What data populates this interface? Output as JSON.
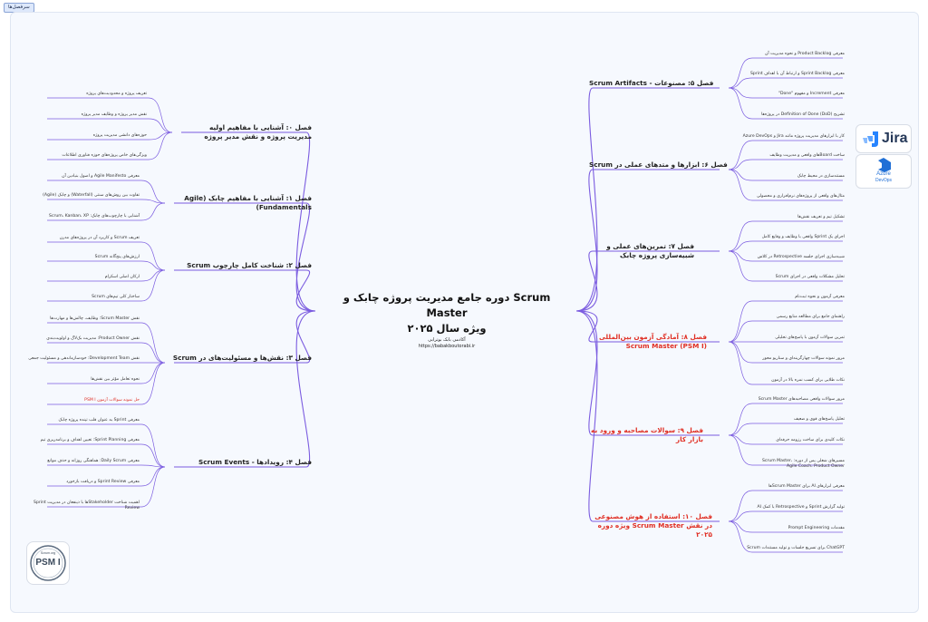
{
  "tab_label": "سرفصل‌ها",
  "center": {
    "title_line1": "دوره جامع مدیریت پروژه چابک و Scrum Master",
    "title_line2": "ویژه سال ۲۰۲۵",
    "academy": "آکادمی بابک بوترابی",
    "url": "https://babakboutorabi.ir"
  },
  "logos": {
    "jira": "Jira",
    "azure_line1": "Azure",
    "azure_line2": "DevOps",
    "psm_small": "Scrum.org",
    "psm_big": "PSM I",
    "jira_color": "#2684ff",
    "azure_color": "#1f6fd6"
  },
  "left_topics": [
    {
      "title": "فصل ۰: آشنایی با مفاهیم اولیه مدیریت پروژه و نقش مدیر پروژه",
      "items": [
        "تعریف پروژه و محدودیت‌های پروژه",
        "نقش مدیر پروژه و وظایف مدیر پروژه",
        "حوزه‌های دانشی مدیریت پروژه",
        "ویژگی‌های خاص پروژه‌های حوزه فناوری اطلاعات"
      ]
    },
    {
      "title": "فصل ۱: آشنایی با مفاهیم چابک (Agile Fundamentals)",
      "items": [
        "معرفی Agile Manifesto و اصول بنیادین آن",
        "تفاوت بین روش‌های سنتی (Waterfall) و چابک (Agile)",
        "آشنایی با چارچوب‌های چابک: Scrum، Kanban، XP"
      ]
    },
    {
      "title": "فصل ۲: شناخت کامل چارچوب Scrum",
      "items": [
        "تعریف Scrum و کاربرد آن در پروژه‌های مدرن",
        "ارزش‌های پنج‌گانه Scrum",
        "ارکان اصلی اسکرام",
        "ساختار کلی تیم‌های Scrum"
      ]
    },
    {
      "title": "فصل ۳: نقش‌ها و مسئولیت‌های در Scrum",
      "items": [
        "نقش Scrum Master: وظایف، چالش‌ها و مهارت‌ها",
        "نقش Product Owner: مدیریت بک‌لاگ و اولویت‌بندی",
        "نقش Development Team: خودسازماندهی و مسئولیت جمعی",
        "نحوه تعامل مؤثر بین نقش‌ها",
        "حل نمونه سوالات آزمون PSM I"
      ]
    },
    {
      "title": "فصل ۴: رویدادها - Scrum Events",
      "items": [
        "معرفی Sprint به عنوان قلب تپنده پروژه چابک",
        "معرفی Sprint Planning: تعیین اهداف و برنامه‌ریزی تیم",
        "معرفی Daily Scrum: هماهنگی روزانه و حذف موانع",
        "معرفی Sprint Review و دریافت بازخورد",
        "اهمیت شناخت Stakeholderها با ذینفعان در مدیریت Sprint Review"
      ]
    }
  ],
  "right_topics": [
    {
      "title": "فصل ۵: مصنوعات - Scrum Artifacts",
      "items": [
        "معرفی Product Backlog و نحوه مدیریت آن",
        "معرفی Sprint Backlog و ارتباط آن با اهداف Sprint",
        "معرفی Increment و مفهوم \"Done\"",
        "تشریح Definition of Done (DoD) در پروژه‌ها"
      ]
    },
    {
      "title": "فصل ۶: ابزارها و متدهای عملی در Scrum",
      "items": [
        "کار با ابزارهای مدیریت پروژه مانند Jira و Azure DevOps",
        "ساخت Boardهای واقعی و مدیریت وظایف",
        "مستندسازی در محیط چابک",
        "مثال‌های واقعی از پروژه‌های نرم‌افزاری و محصولی"
      ]
    },
    {
      "title": "فصل ۷: تمرین‌های عملی و شبیه‌سازی پروژه چابک",
      "items": [
        "تشکیل تیم و تعریف نقش‌ها",
        "اجرای یک Sprint واقعی با وظایف و وقایع کامل",
        "شبیه‌سازی اجرای جلسه Retrospective در کلاس",
        "تحلیل مشکلات واقعی در اجرای Scrum"
      ]
    },
    {
      "title": "فصل ۸: آمادگی آزمون بین‌المللی Scrum Master (PSM I)",
      "red": true,
      "items": [
        "معرفی آزمون و نحوه ثبت‌نام",
        "راهنمای جامع برای مطالعه منابع رسمی",
        "تمرین سوالات آزمون با پاسخ‌های تحلیلی",
        "مرور نمونه سوالات چهارگزینه‌ای و سناریو محور",
        "نکات طلایی برای کسب نمره بالا در آزمون"
      ]
    },
    {
      "title": "فصل ۹: سوالات مصاحبه و ورود به بازار کار",
      "red": true,
      "items": [
        "مرور سوالات واقعی مصاحبه‌های Scrum Master",
        "تحلیل پاسخ‌های قوی و ضعیف",
        "نکات کلیدی برای ساخت رزومه حرفه‌ای",
        "مسیرهای شغلی پس از دوره: Scrum Master، Agile Coach، Product Owner"
      ]
    },
    {
      "title": "فصل ۱۰: استفاده از هوش مصنوعی در نقش Scrum Master ویژه دوره ۲۰۲۵",
      "red": true,
      "items": [
        "معرفی ابزارهای AI برای Scrum Master‌ها",
        "تولید گزارش Sprint و Retrospective با کمک AI",
        "مقدمات Prompt Engineering",
        "ChatGPT برای تسریع جلسات و تولید مستندات Scrum"
      ]
    }
  ],
  "colors": {
    "link": "#7b5ce0",
    "red_text": "#e02f24"
  }
}
